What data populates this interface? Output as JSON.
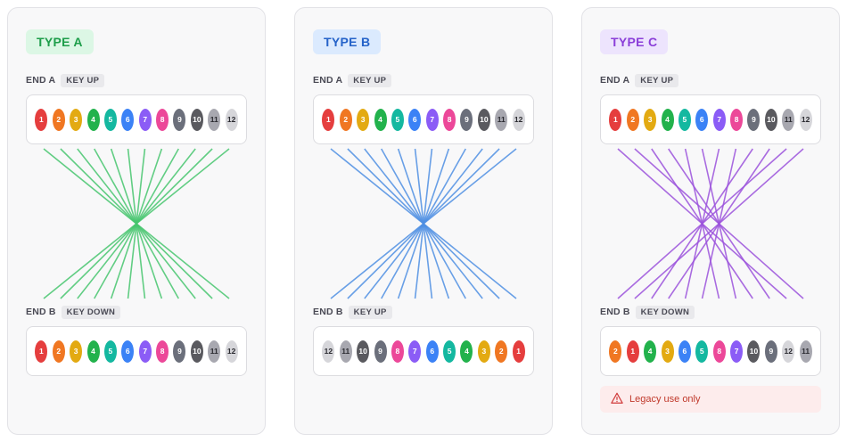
{
  "fiber_colors": [
    "#e53e3e",
    "#f07722",
    "#e3aa12",
    "#22b24c",
    "#14b8a0",
    "#3b82f6",
    "#8b5cf6",
    "#ec4899",
    "#6b6f7b",
    "#5a5a5f",
    "#a8a8b0",
    "#d6d6da"
  ],
  "cards": [
    {
      "badge": "TYPE A",
      "badge_bg": "#dcf7e5",
      "badge_color": "#1e9e4a",
      "line_color": "#46c66e",
      "end_a": {
        "label": "END A",
        "key": "KEY UP"
      },
      "end_b": {
        "label": "END B",
        "key": "KEY DOWN"
      },
      "fibers_a": [
        1,
        2,
        3,
        4,
        5,
        6,
        7,
        8,
        9,
        10,
        11,
        12
      ],
      "fibers_b": [
        1,
        2,
        3,
        4,
        5,
        6,
        7,
        8,
        9,
        10,
        11,
        12
      ],
      "mapping": [
        12,
        11,
        10,
        9,
        8,
        7,
        6,
        5,
        4,
        3,
        2,
        1
      ],
      "warning": ""
    },
    {
      "badge": "TYPE B",
      "badge_bg": "#dbeafe",
      "badge_color": "#2563c9",
      "line_color": "#4f8fe3",
      "end_a": {
        "label": "END A",
        "key": "KEY UP"
      },
      "end_b": {
        "label": "END B",
        "key": "KEY UP"
      },
      "fibers_a": [
        1,
        2,
        3,
        4,
        5,
        6,
        7,
        8,
        9,
        10,
        11,
        12
      ],
      "fibers_b": [
        12,
        11,
        10,
        9,
        8,
        7,
        6,
        5,
        4,
        3,
        2,
        1
      ],
      "mapping": [
        12,
        11,
        10,
        9,
        8,
        7,
        6,
        5,
        4,
        3,
        2,
        1
      ],
      "warning": ""
    },
    {
      "badge": "TYPE C",
      "badge_bg": "#ede4fd",
      "badge_color": "#8b3fd9",
      "line_color": "#9b52dc",
      "end_a": {
        "label": "END A",
        "key": "KEY UP"
      },
      "end_b": {
        "label": "END B",
        "key": "KEY DOWN"
      },
      "fibers_a": [
        1,
        2,
        3,
        4,
        5,
        6,
        7,
        8,
        9,
        10,
        11,
        12
      ],
      "fibers_b": [
        2,
        1,
        4,
        3,
        6,
        5,
        8,
        7,
        10,
        9,
        12,
        11
      ],
      "mapping": [
        11,
        12,
        9,
        10,
        7,
        8,
        5,
        6,
        3,
        4,
        1,
        2
      ],
      "warning": "Legacy use only"
    }
  ]
}
